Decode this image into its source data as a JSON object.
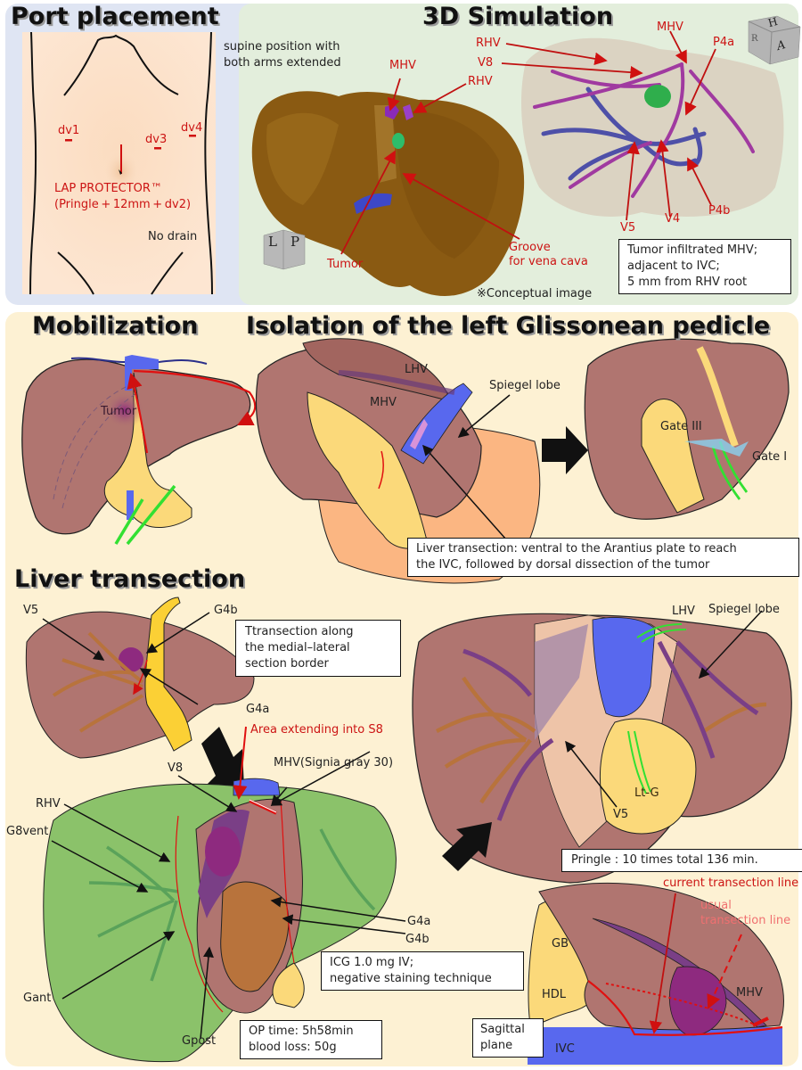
{
  "port_placement": {
    "title": "Port placement",
    "position_note_1": "supine position with",
    "position_note_2": "both arms extended",
    "ports": [
      "dv1",
      "dv3",
      "dv4"
    ],
    "lap_protector_1": "LAP PROTECTOR™",
    "lap_protector_2": "(Pringle + 12mm + dv2)",
    "drain_note": "No drain"
  },
  "simulation": {
    "title": "3D Simulation",
    "left_view_labels": {
      "mhv": "MHV",
      "rhv": "RHV",
      "tumor": "Tumor",
      "groove_1": "Groove",
      "groove_2": "for vena cava"
    },
    "orientation_cube_left": {
      "face1": "L",
      "face2": "P"
    },
    "orientation_cube_right": {
      "face1": "H",
      "face2": "A",
      "face3": "R"
    },
    "right_view_labels": {
      "rhv": "RHV",
      "v8": "V8",
      "mhv": "MHV",
      "p4a": "P4a",
      "v5": "V5",
      "v4": "V4",
      "p4b": "P4b"
    },
    "conceptual_note": "※Conceptual image",
    "summary_box": [
      "Tumor infiltrated MHV;",
      "adjacent to IVC;",
      "5 mm from RHV root"
    ]
  },
  "mobilization": {
    "title": "Mobilization",
    "tumor_label": "Tumor"
  },
  "isolation": {
    "title": "Isolation of the left Glissonean pedicle",
    "labels": {
      "lhv": "LHV",
      "mhv": "MHV",
      "spiegel": "Spiegel lobe",
      "gate3": "Gate III",
      "gate1": "Gate I"
    },
    "note_box": [
      "Liver transection: ventral to the Arantius plate to reach",
      "the IVC, followed by dorsal dissection of the tumor"
    ]
  },
  "transection": {
    "title": "Liver transection",
    "upper_labels": {
      "v5": "V5",
      "g4b": "G4b",
      "g4a": "G4a"
    },
    "border_box": [
      "Ttransection along",
      "the medial–lateral",
      "section border"
    ],
    "area_s8": "Area extending into S8",
    "mhv_stapler": "MHV(Signia gray 30)",
    "lower_labels": {
      "v8": "V8",
      "rhv": "RHV",
      "g8vent": "G8vent",
      "gant": "Gant",
      "gpost": "Gpost",
      "g4a": "G4a",
      "g4b": "G4b"
    },
    "icg_box": [
      "ICG 1.0 mg IV;",
      "negative staining technique"
    ],
    "op_box": [
      "OP time: 5h58min",
      "blood loss: 50g"
    ],
    "right_labels": {
      "lhv": "LHV",
      "spiegel": "Spiegel lobe",
      "v5": "V5",
      "ltg": "Lt-G"
    },
    "pringle_box": "Pringle : 10 times  total 136 min.",
    "sagittal": {
      "current_line": "current transection line",
      "usual_line_1": "usual",
      "usual_line_2": "transection line",
      "gb": "GB",
      "hdl": "HDL",
      "mhv": "MHV",
      "ivc": "IVC",
      "plane_box": [
        "Sagittal",
        "plane"
      ]
    }
  },
  "colors": {
    "liver": "#b07570",
    "liver_dark": "#9a5f5a",
    "glisson_yellow": "#fbd97a",
    "portal_orange": "#b8733c",
    "hepatic_vein_purple": "#7a3f86",
    "tumor_purple": "#8e2a7f",
    "ivc_blue": "#5868ee",
    "green_section": "#8bc26a",
    "tape_green": "#2ee02e",
    "stomach_orange": "#fbb682",
    "annotation_red": "#d01010"
  }
}
